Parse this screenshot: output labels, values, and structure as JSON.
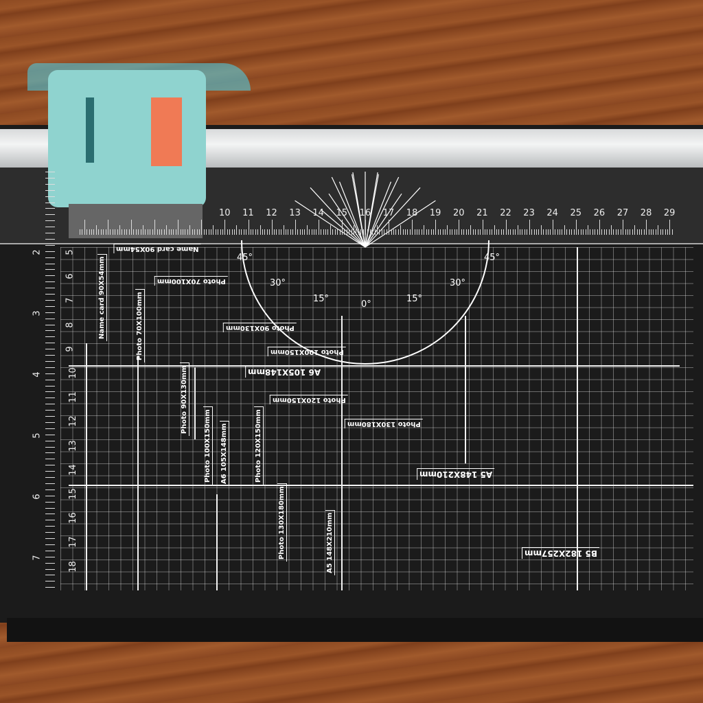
{
  "top_ruler_cm": [
    "10",
    "11",
    "12",
    "13",
    "14",
    "15",
    "16",
    "17",
    "18",
    "19",
    "20",
    "21",
    "22",
    "23",
    "24",
    "25",
    "26",
    "27",
    "28",
    "29"
  ],
  "side_ruler_cm": [
    "5",
    "6",
    "7",
    "8",
    "9",
    "10",
    "11",
    "12",
    "13",
    "14",
    "15",
    "16",
    "17",
    "18"
  ],
  "inch_ruler": [
    "2",
    "3",
    "4",
    "5",
    "6",
    "7"
  ],
  "angles": [
    "45°",
    "30°",
    "15°",
    "0°",
    "15°",
    "30°",
    "45°"
  ],
  "labels_vertical": [
    "Name card 90X54mm",
    "Photo 70X100mm",
    "Photo 90X130mm",
    "Photo 100X150mm",
    "A6 105X148mm",
    "Photo 120X150mm",
    "Photo 130X180mm",
    "A5 148X210mm"
  ],
  "labels_inverted": [
    "Name card 90X54mm",
    "Photo 70X100mm",
    "Photo 90X130mm",
    "Photo 100X150mm",
    "A6 105X148mm",
    "Photo 120X150mm",
    "Photo 130X180mm",
    "A5 148X210mm",
    "B5 182X257mm"
  ],
  "colors": {
    "wood": "#8d4a22",
    "mat": "#1b1b1b",
    "cutter": "#7fd0d0"
  }
}
